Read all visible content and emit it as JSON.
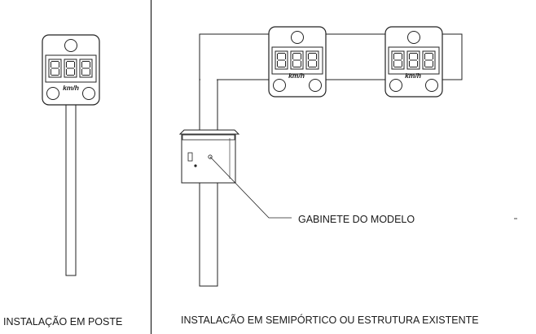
{
  "sign": {
    "unit_label": "km/h"
  },
  "labels": {
    "left_caption": "INSTALAÇÃO  EM POSTE",
    "right_caption": "INSTALACÃO  EM SEMIPÓRTICO  OU ESTRUTURA  EXISTENTE",
    "cabinet_callout": "GABINETE  DO MODELO"
  },
  "colors": {
    "line": "#222222",
    "background": "#ffffff"
  }
}
